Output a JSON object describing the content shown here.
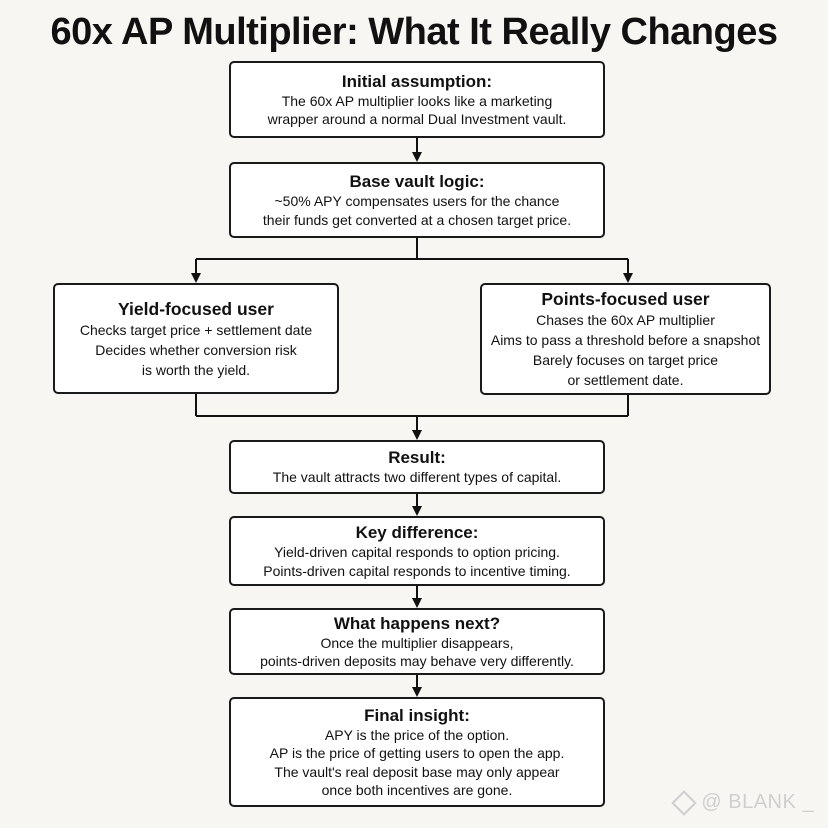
{
  "title": "60x AP Multiplier: What It Really Changes",
  "boxes": {
    "initial": {
      "heading": "Initial assumption:",
      "lines": [
        "The 60x AP multiplier looks like a marketing",
        "wrapper around a normal Dual Investment vault."
      ]
    },
    "base": {
      "heading": "Base vault logic:",
      "lines": [
        "~50% APY compensates users for the chance",
        "their funds get converted at a chosen target price."
      ]
    },
    "yield": {
      "heading": "Yield-focused user",
      "lines": [
        "Checks target price + settlement date",
        "Decides whether conversion risk",
        "is worth the yield."
      ]
    },
    "points": {
      "heading": "Points-focused user",
      "lines": [
        "Chases the 60x AP multiplier",
        "Aims to pass a threshold before a snapshot",
        "Barely focuses on target price",
        "or settlement date."
      ]
    },
    "result": {
      "heading": "Result:",
      "lines": [
        "The vault attracts two different types of capital."
      ]
    },
    "key": {
      "heading": "Key difference:",
      "lines": [
        "Yield-driven capital responds to option pricing.",
        "Points-driven capital responds to incentive timing."
      ]
    },
    "next": {
      "heading": "What happens next?",
      "lines": [
        "Once the multiplier disappears,",
        "points-driven deposits may behave very differently."
      ]
    },
    "final": {
      "heading": "Final insight:",
      "lines": [
        "APY is the price of the option.",
        "AP is the price of getting users to open the app.",
        "The vault's real deposit base may only appear",
        "once both incentives are gone."
      ]
    }
  },
  "watermark": "@ BLANK _"
}
